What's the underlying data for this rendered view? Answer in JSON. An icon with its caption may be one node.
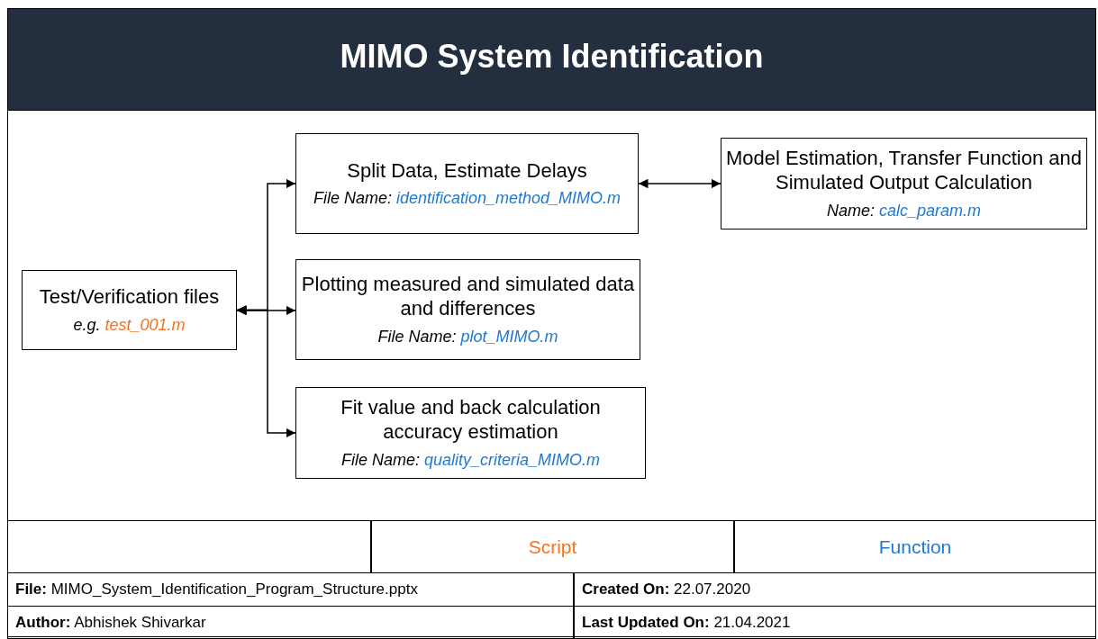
{
  "diagram": {
    "title": "MIMO System Identification",
    "nodes": [
      {
        "text": [
          "Test/Verification files",
          "e.g.",
          "test_001.m"
        ]
      },
      {
        "text": [
          "Split Data, Estimate Delays",
          "File Name:",
          "identification_method_MIMO.m"
        ]
      },
      {
        "text": [
          "Model Estimation, Transfer Function and Simulated Output Calculation",
          "Name:",
          "calc_param.m"
        ]
      },
      {
        "text": [
          "Plotting measured and simulated data and differences",
          "File Name:",
          "plot_MIMO.m"
        ]
      },
      {
        "text": [
          "Fit value and back calculation accuracy estimation",
          "File Name:",
          "quality_criteria_MIMO.m"
        ]
      }
    ],
    "edges": [
      {
        "from": 0,
        "to": 1,
        "arrow": "both"
      },
      {
        "from": 0,
        "to": 3,
        "arrow": "both"
      },
      {
        "from": 0,
        "to": 4,
        "arrow": "both"
      },
      {
        "from": 1,
        "to": 2,
        "arrow": "both"
      }
    ],
    "labels": [
      "**File:** MIMO_System_Identification_Program_Structure.pptx",
      "**Created On:** 22.07.2020",
      "**Author:** Abhishek Shivarkar",
      "**Last Updated On:** 21.04.2021"
    ],
    "legend": [
      {
        "text": "Script",
        "color": "#f4731f"
      },
      {
        "text": "Function",
        "color": "#1f78d1"
      }
    ]
  }
}
